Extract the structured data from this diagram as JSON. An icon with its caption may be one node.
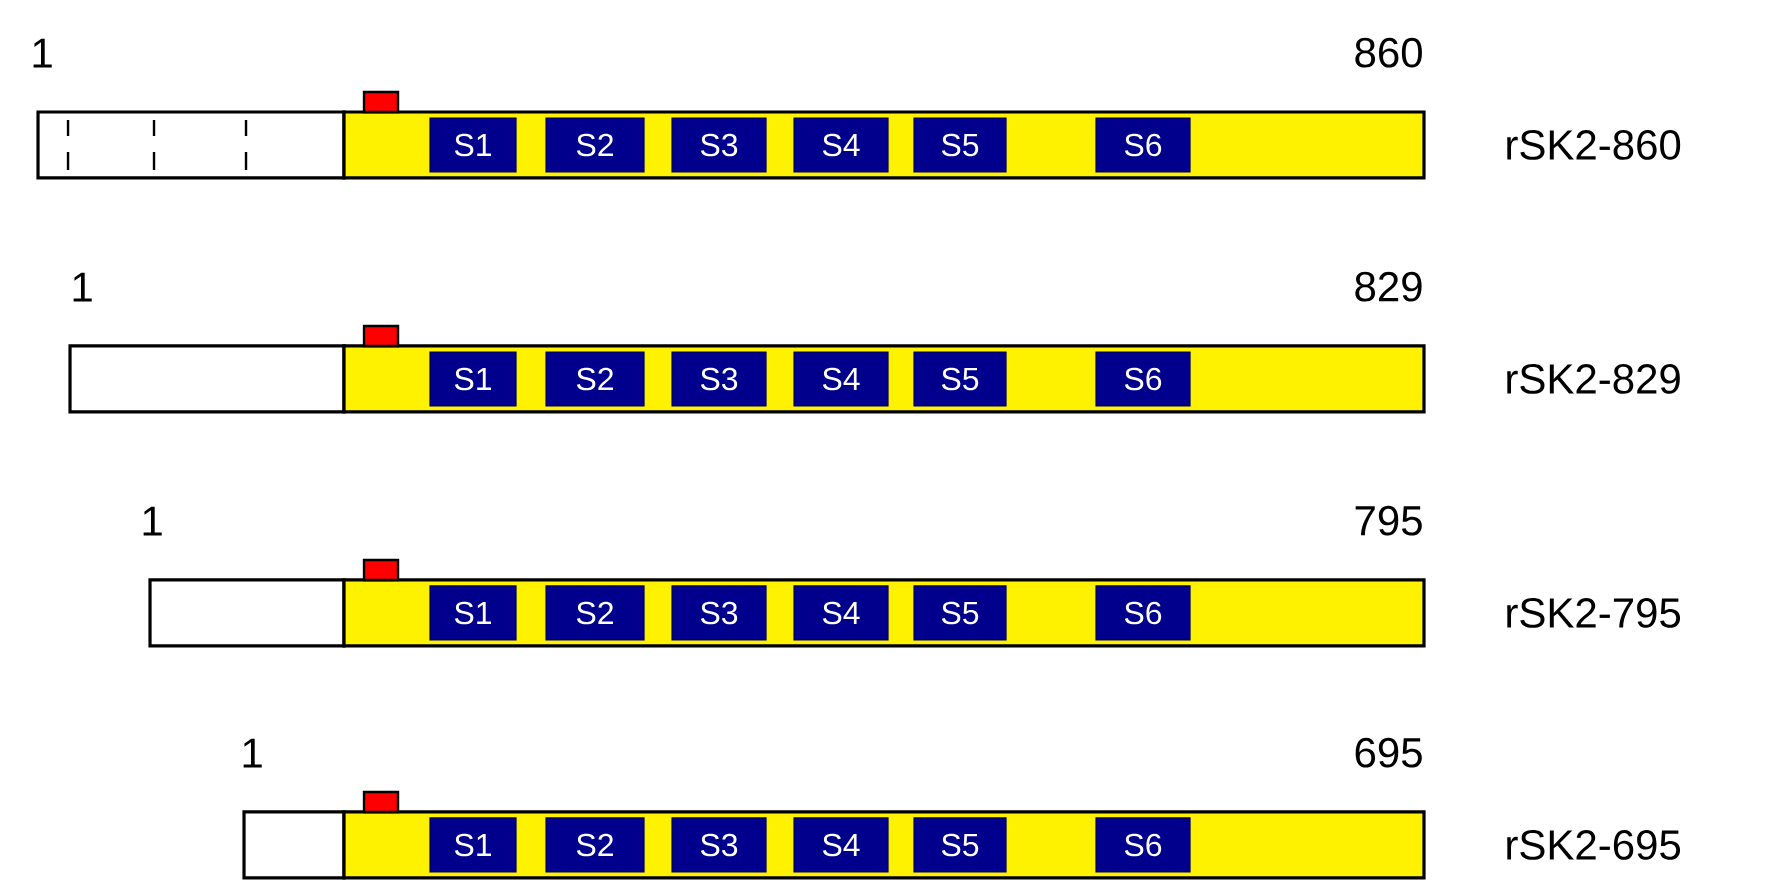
{
  "diagram": {
    "nodes": [
      {
        "text": [
          "S1"
        ]
      },
      {
        "text": [
          "S2"
        ]
      },
      {
        "text": [
          "S3"
        ]
      },
      {
        "text": [
          "S4"
        ]
      },
      {
        "text": [
          "S5"
        ]
      },
      {
        "text": [
          "S6"
        ]
      },
      {
        "text": [
          "S1"
        ]
      },
      {
        "text": [
          "S2"
        ]
      },
      {
        "text": [
          "S3"
        ]
      },
      {
        "text": [
          "S4"
        ]
      },
      {
        "text": [
          "S5"
        ]
      },
      {
        "text": [
          "S6"
        ]
      },
      {
        "text": [
          "S1"
        ]
      },
      {
        "text": [
          "S2"
        ]
      },
      {
        "text": [
          "S3"
        ]
      },
      {
        "text": [
          "S4"
        ]
      },
      {
        "text": [
          "S5"
        ]
      },
      {
        "text": [
          "S6"
        ]
      },
      {
        "text": [
          "S1"
        ]
      },
      {
        "text": [
          "S2"
        ]
      },
      {
        "text": [
          "S3"
        ]
      },
      {
        "text": [
          "S4"
        ]
      },
      {
        "text": [
          "S5"
        ]
      },
      {
        "text": [
          "S6"
        ]
      }
    ],
    "labels": [
      "1",
      "860",
      "rSK2-860",
      "1",
      "829",
      "rSK2-829",
      "1",
      "795",
      "rSK2-795",
      "1",
      "695",
      "rSK2-695"
    ]
  }
}
